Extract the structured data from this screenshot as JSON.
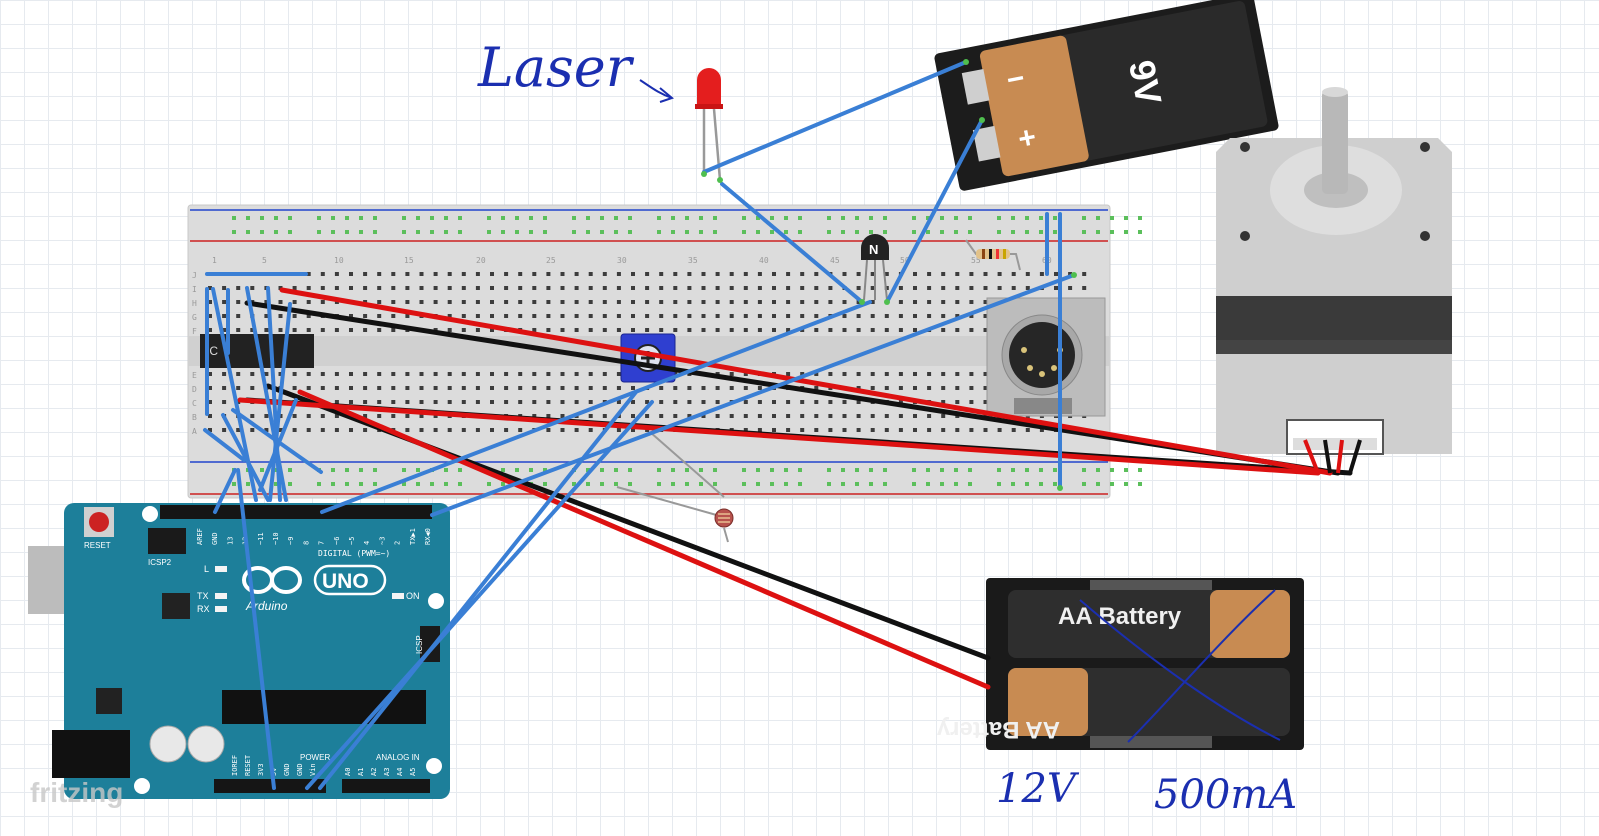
{
  "annotations": {
    "laser_label": "Laser",
    "voltage_note": "12V",
    "current_note": "500mA"
  },
  "arduino": {
    "brand": "Arduino",
    "model": "UNO",
    "reset_label": "RESET",
    "icsp2_label": "ICSP2",
    "icsp_label": "ICSP",
    "digital_label": "DIGITAL (PWM=~)",
    "power_label": "POWER",
    "analog_label": "ANALOG IN",
    "tx_label": "TX",
    "rx_label": "RX",
    "l_label": "L",
    "on_label": "ON",
    "digital_pins": [
      "AREF",
      "GND",
      "13",
      "12",
      "~11",
      "~10",
      "~9",
      "8",
      "7",
      "~6",
      "~5",
      "4",
      "~3",
      "2",
      "TX▶1",
      "RX◀0"
    ],
    "power_pins": [
      "IOREF",
      "RESET",
      "3V3",
      "5V",
      "GND",
      "GND",
      "Vin"
    ],
    "analog_pins": [
      "A0",
      "A1",
      "A2",
      "A3",
      "A4",
      "A5"
    ]
  },
  "battery_9v": {
    "minus": "−",
    "plus": "+",
    "label": "9V"
  },
  "aa_pack": {
    "cell_top": "AA Battery",
    "cell_bottom": "AA Battery"
  },
  "transistor": {
    "label": "N"
  },
  "ic": {
    "label": "IC"
  },
  "breadboard": {
    "column_numbers": [
      "1",
      "5",
      "10",
      "15",
      "20",
      "25",
      "30",
      "35",
      "40",
      "45",
      "50",
      "55",
      "60"
    ],
    "row_letters_top": [
      "J",
      "I",
      "H",
      "G",
      "F"
    ],
    "row_letters_bottom": [
      "E",
      "D",
      "C",
      "B",
      "A"
    ]
  },
  "watermark": "fritzing",
  "colors": {
    "wire_blue": "#3a7fd5",
    "wire_red": "#dd1111",
    "wire_black": "#111111",
    "arduino_teal": "#1d7f9a",
    "annotation_ink": "#1b2fb0"
  }
}
